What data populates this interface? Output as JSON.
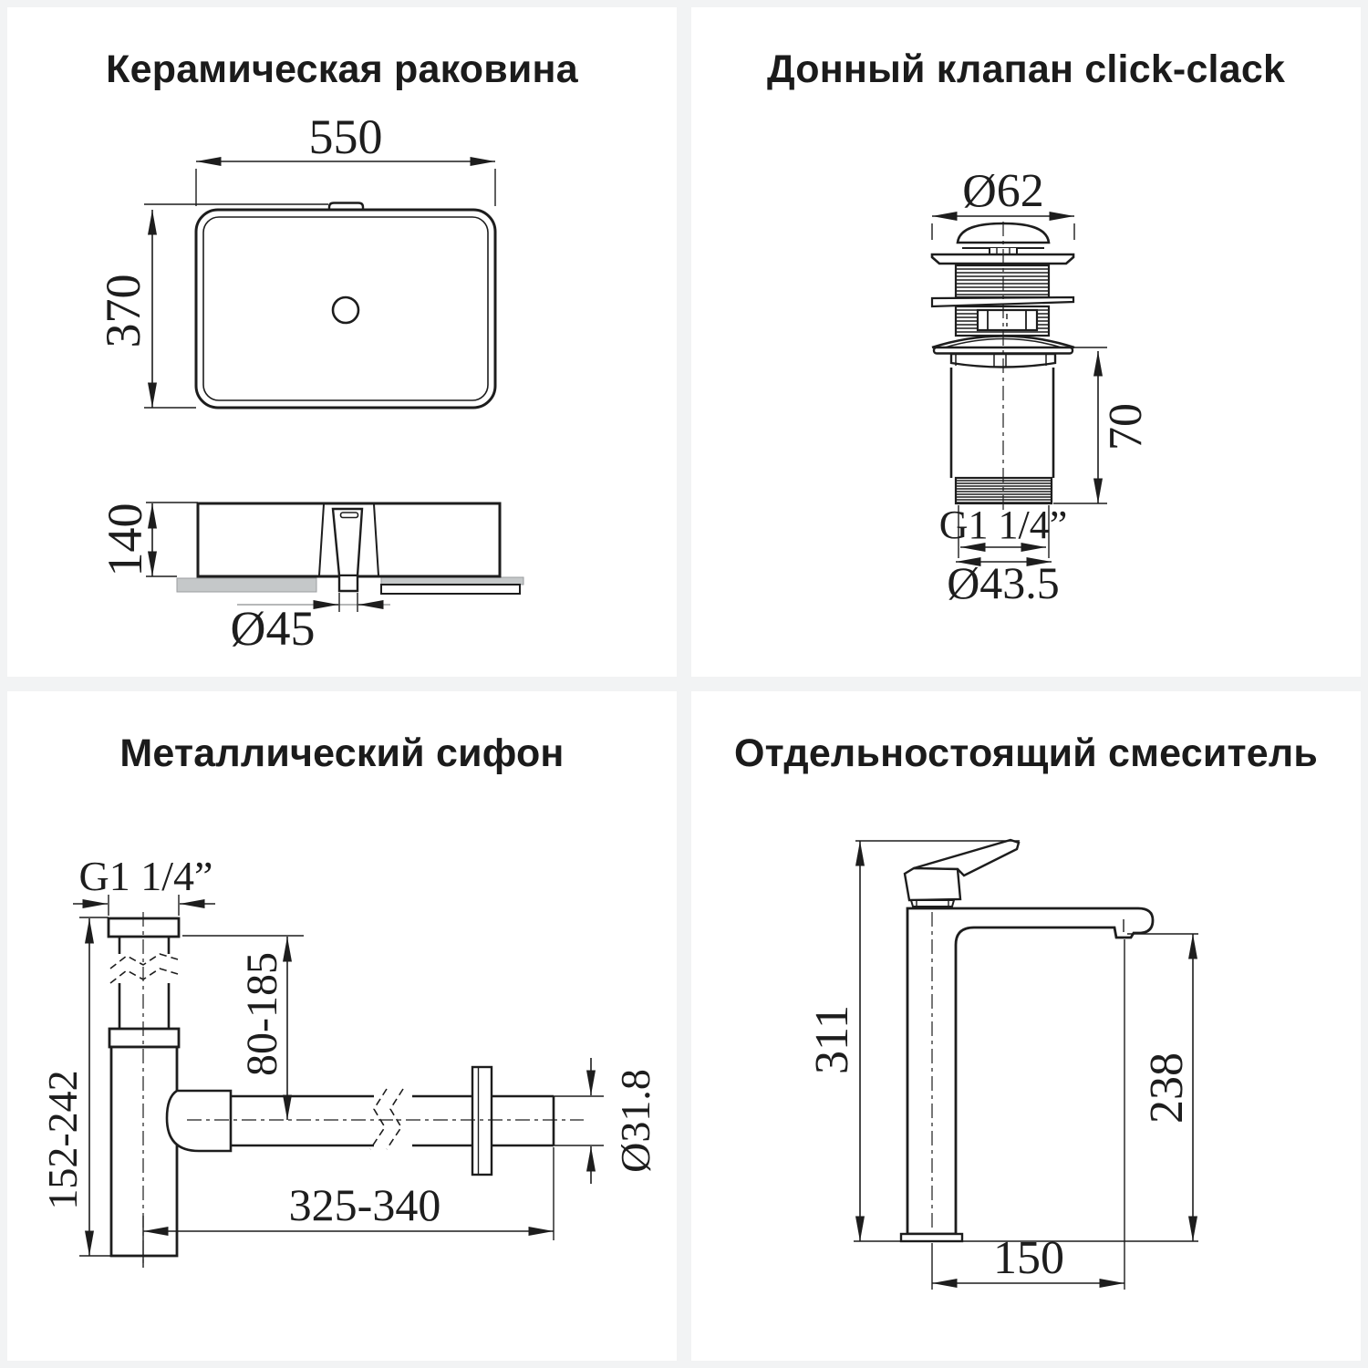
{
  "page": {
    "background": "#f2f3f4",
    "card_background": "#ffffff",
    "line_color": "#1d1d1d",
    "shadow_color": "#c5c8c9"
  },
  "panels": {
    "sink": {
      "title": "Керамическая раковина",
      "dim_width": "550",
      "dim_depth": "370",
      "dim_height": "140",
      "dim_drain": "Ø45"
    },
    "valve": {
      "title": "Донный клапан click-clack",
      "dim_cap": "Ø62",
      "dim_height": "70",
      "dim_thread": "G1 1/4”",
      "dim_thread_od": "Ø43.5"
    },
    "siphon": {
      "title": "Металлический сифон",
      "dim_thread": "G1 1/4”",
      "dim_height": "152-242",
      "dim_inlet": "80-185",
      "dim_length": "325-340",
      "dim_pipe": "Ø31.8"
    },
    "mixer": {
      "title": "Отдельностоящий смеситель",
      "dim_total_height": "311",
      "dim_spout_height": "238",
      "dim_reach": "150"
    }
  }
}
